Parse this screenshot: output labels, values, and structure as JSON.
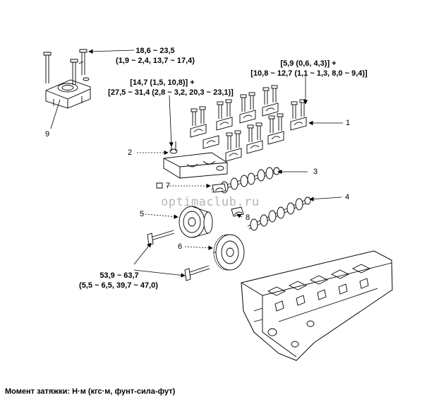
{
  "torques": {
    "t_bracket_top": "18,6 ~ 23,5",
    "t_bracket_bottom": "(1,9 ~ 2,4, 13,7 ~ 17,4)",
    "t_bearingcap_top": "[5,9 (0,6, 4,3)] +",
    "t_bearingcap_bottom": "[10,8 ~ 12,7 (1,1 ~ 1,3, 8,0 ~ 9,4)]",
    "t_frontcap_top": "[14,7 (1,5, 10,8)] +",
    "t_frontcap_bottom": "[27,5 ~ 31,4 (2,8 ~ 3,2, 20,3 ~ 23,1)]",
    "t_sprocket_top": "53,9 ~ 63,7",
    "t_sprocket_bottom": "(5,5 ~ 6,5, 39,7 ~ 47,0)"
  },
  "callouts": [
    "1",
    "2",
    "3",
    "4",
    "5",
    "6",
    "7",
    "8",
    "9"
  ],
  "watermark": "optimaclub.ru",
  "legend": "Момент затяжки: Н·м (кгс·м, фунт-сила-фут)",
  "colors": {
    "line": "#000000",
    "watermark": "#8a8a8a"
  }
}
